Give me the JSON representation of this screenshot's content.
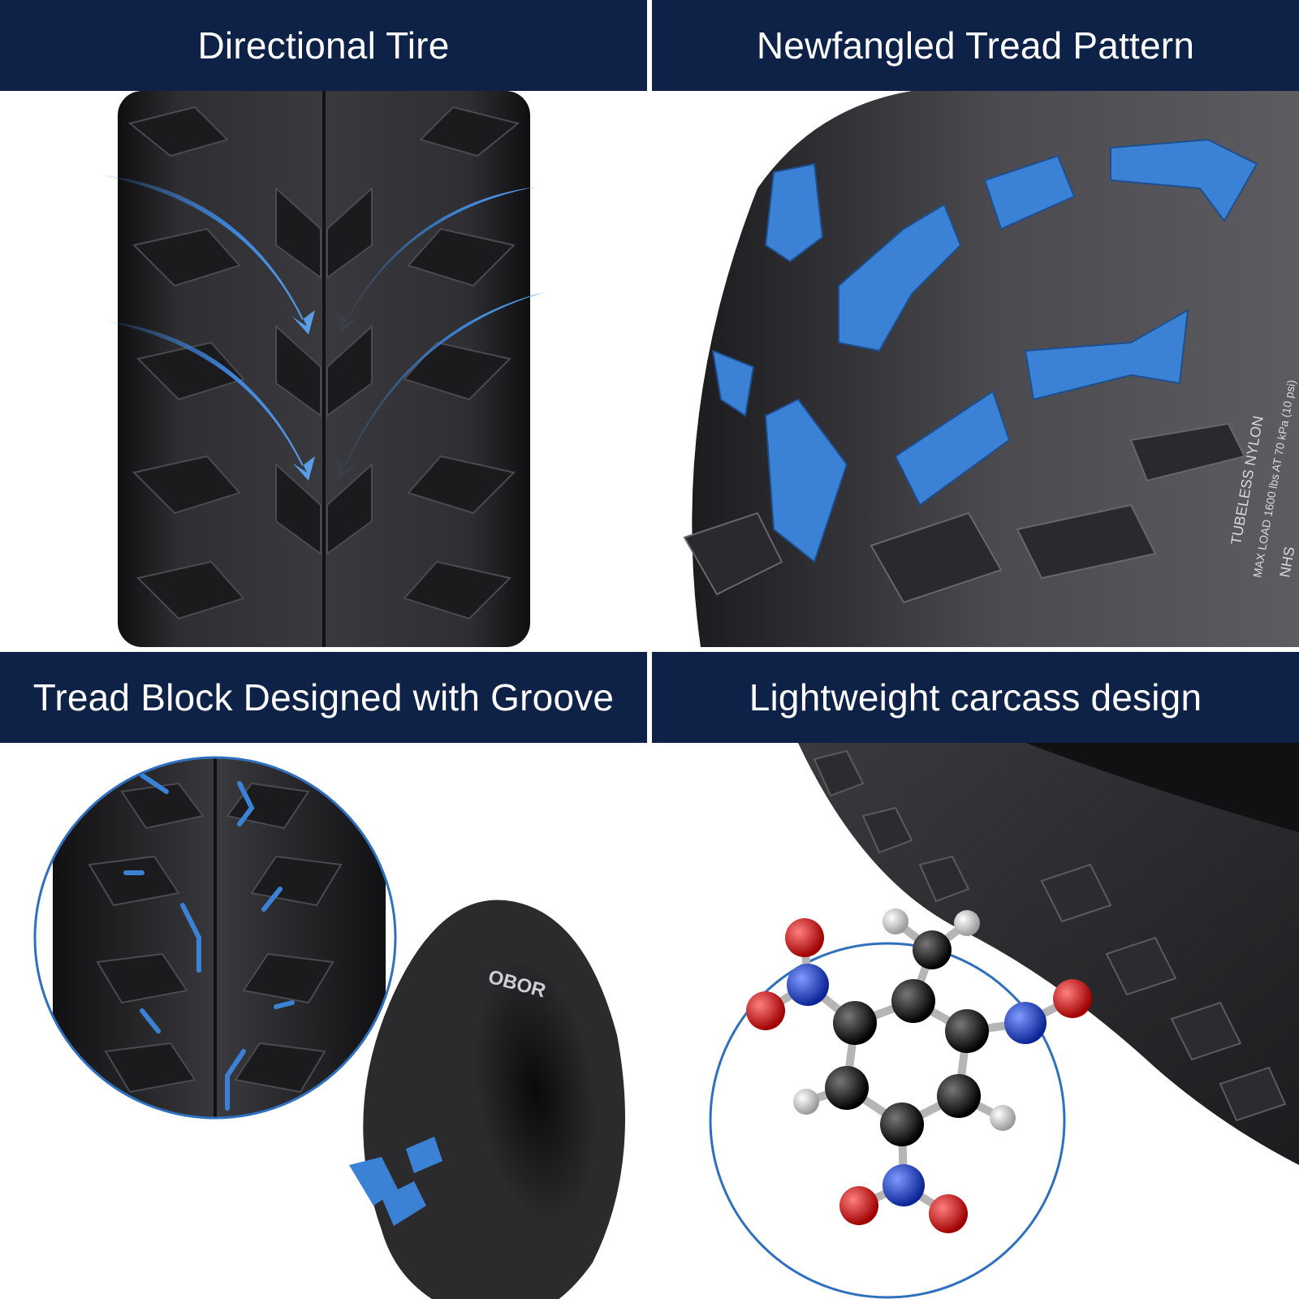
{
  "panels": [
    {
      "title": "Directional Tire",
      "image": "tire-tread-front-view-with-directional-arrows"
    },
    {
      "title": "Newfangled Tread Pattern",
      "image": "tire-tread-closeup-with-highlighted-blocks"
    },
    {
      "title": "Tread Block Designed with Groove",
      "image": "tread-closeup-circle-and-full-tire"
    },
    {
      "title": "Lightweight carcass design",
      "image": "tire-sidewall-with-molecule-model"
    }
  ],
  "sidewall_text": [
    "TUBELESS NYLON",
    "MAX LOAD 1600 lbs AT 70 kPa (10 psi)",
    "NHS"
  ],
  "brand_text": "OBOR",
  "colors": {
    "header_bg": "#0e2247",
    "accent_blue": "#3b82d6",
    "rubber": "#2b2b2e",
    "carbon": "#111111",
    "oxygen": "#d11a1a",
    "nitrogen": "#1f3fc4",
    "hydrogen": "#e8e8e8"
  }
}
